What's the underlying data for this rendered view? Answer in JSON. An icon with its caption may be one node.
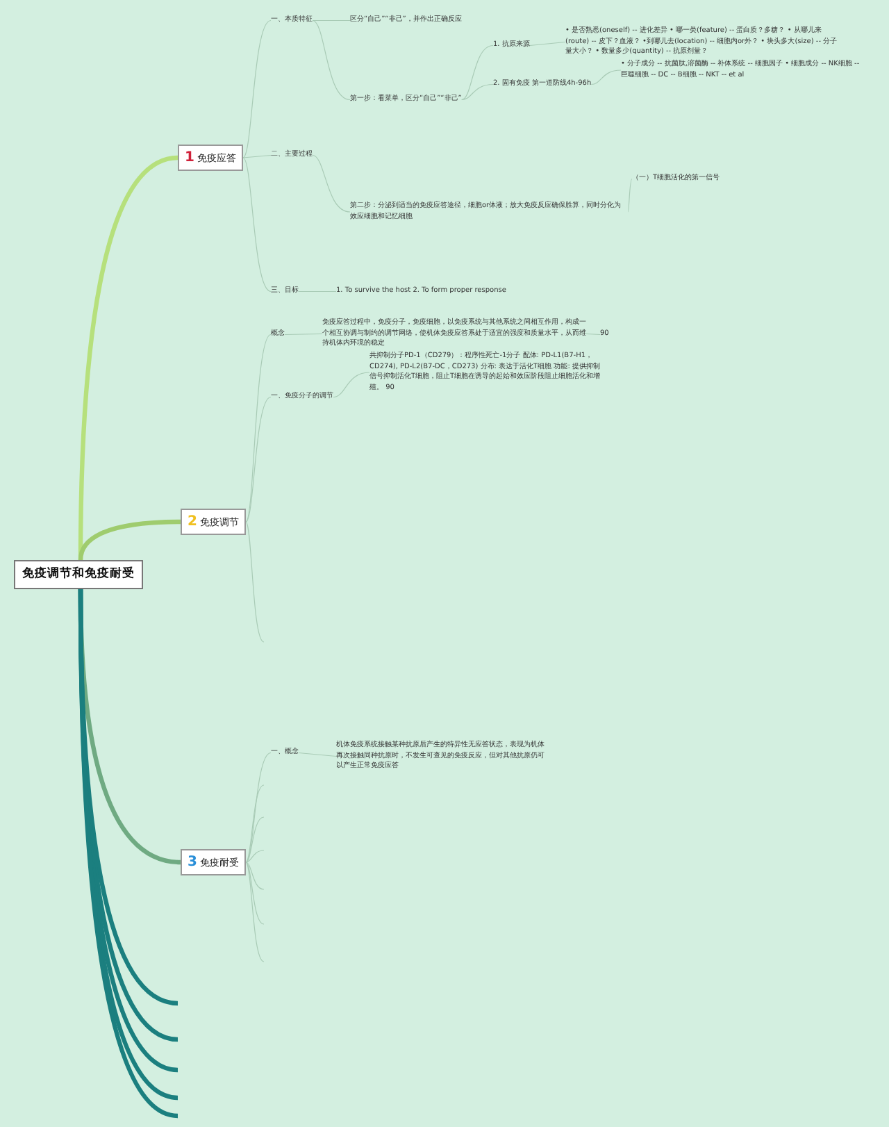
{
  "diagram": {
    "nodes": [
      {
        "text": [
          "免疫调节和免疫耐受"
        ]
      },
      {
        "text": [
          "1",
          "免疫应答"
        ]
      },
      {
        "text": [
          "2",
          "免疫调节"
        ]
      },
      {
        "text": [
          "3",
          "免疫耐受"
        ]
      },
      {
        "text": [
          "一、本质特征"
        ]
      },
      {
        "text": [
          "区分“自己”“非己”，并作出正确反应"
        ]
      },
      {
        "text": [
          "第一步：看菜单，区分“自己”“非己”"
        ]
      },
      {
        "text": [
          "1. 抗原来源"
        ]
      },
      {
        "text": [
          "• 是否熟悉(oneself) -- 进化差异 • 哪一类(feature) -- 蛋白质？多糖？ • 从哪儿来(route) -- 皮下？血液？ •到哪儿去(location) -- 细胞内or外？ • 块头多大(size) -- 分子量大小？ • 数量多少(quantity) -- 抗原剂量？"
        ]
      },
      {
        "text": [
          "2. 固有免疫 第一道防线4h-96h"
        ]
      },
      {
        "text": [
          "• 分子成分 -- 抗菌肽,溶菌酶 -- 补体系统 -- 细胞因子 • 细胞成分 -- NK细胞 -- 巨噬细胞 -- DC -- B细胞 -- NKT -- et al"
        ]
      },
      {
        "text": [
          "二、主要过程"
        ]
      },
      {
        "text": [
          "第二步：分泌到适当的免疫应答途径，细胞or体液；放大免疫反应确保胜算，同时分化为效应细胞和记忆细胞"
        ]
      },
      {
        "text": [
          "（一）T细胞活化的第一信号"
        ]
      },
      {
        "text": [
          "三、目标"
        ]
      },
      {
        "text": [
          "1. To survive the host 2. To form proper response"
        ]
      },
      {
        "text": [
          "概念"
        ]
      },
      {
        "text": [
          "免疫应答过程中，免疫分子，免疫细胞，以免疫系统与其他系统之间相互作用，构成一个相互协调与制约的调节网络，使机体免疫应答系处于适宜的强度和质量水平，从而维持机体内环境的稳定"
        ]
      },
      {
        "text": [
          "90"
        ]
      },
      {
        "text": [
          "一、免疫分子的调节"
        ]
      },
      {
        "text": [
          "共抑制分子PD-1（CD279）：程序性死亡-1分子 配体: PD-L1(B7-H1，CD274), PD-L2(B7-DC，CD273) 分布: 表达于活化T细胞 功能: 提供抑制信号抑制活化T细胞，阻止T细胞在诱导的起始和效应阶段阻止细胞活化和增殖。 90"
        ]
      },
      {
        "text": [
          "一、概念"
        ]
      },
      {
        "text": [
          "机体免疫系统接触某种抗原后产生的特异性无应答状态，表现为机体再次接触同种抗原时，不发生可查见的免疫反应，但对其他抗原仍可以产生正常免疫应答"
        ]
      }
    ],
    "edges": [
      {
        "from": 0,
        "to": 1,
        "arrow": "none",
        "style": "thick",
        "color": "#b6e07c"
      },
      {
        "from": 0,
        "to": 2,
        "arrow": "none",
        "style": "thick",
        "color": "#9fcc6e"
      },
      {
        "from": 0,
        "to": 3,
        "arrow": "none",
        "style": "thick",
        "color": "#6faa82"
      },
      {
        "from": 1,
        "to": 4,
        "arrow": "none"
      },
      {
        "from": 1,
        "to": 11,
        "arrow": "none"
      },
      {
        "from": 1,
        "to": 14,
        "arrow": "none"
      },
      {
        "from": 4,
        "to": 5,
        "arrow": "none"
      },
      {
        "from": 4,
        "to": 6,
        "arrow": "none"
      },
      {
        "from": 6,
        "to": 7,
        "arrow": "none"
      },
      {
        "from": 6,
        "to": 9,
        "arrow": "none"
      },
      {
        "from": 7,
        "to": 8,
        "arrow": "none"
      },
      {
        "from": 9,
        "to": 10,
        "arrow": "none"
      },
      {
        "from": 11,
        "to": 12,
        "arrow": "none"
      },
      {
        "from": 12,
        "to": 13,
        "arrow": "none"
      },
      {
        "from": 14,
        "to": 15,
        "arrow": "none"
      },
      {
        "from": 2,
        "to": 16,
        "arrow": "none"
      },
      {
        "from": 2,
        "to": 19,
        "arrow": "none"
      },
      {
        "from": 16,
        "to": 17,
        "arrow": "none"
      },
      {
        "from": 17,
        "to": 18,
        "arrow": "none"
      },
      {
        "from": 19,
        "to": 20,
        "arrow": "none"
      },
      {
        "from": 3,
        "to": 21,
        "arrow": "none"
      },
      {
        "from": 21,
        "to": 22,
        "arrow": "none"
      },
      {
        "from": 3,
        "to": null,
        "arrow": "none"
      },
      {
        "from": 3,
        "to": null,
        "arrow": "none"
      },
      {
        "from": 3,
        "to": null,
        "arrow": "none"
      },
      {
        "from": 3,
        "to": null,
        "arrow": "none"
      },
      {
        "from": 3,
        "to": null,
        "arrow": "none"
      },
      {
        "from": 3,
        "to": null,
        "arrow": "none"
      },
      {
        "from": 2,
        "to": null,
        "arrow": "none"
      },
      {
        "from": 0,
        "to": null,
        "arrow": "none",
        "style": "thick",
        "color": "#1b7f7f"
      },
      {
        "from": 0,
        "to": null,
        "arrow": "none",
        "style": "thick",
        "color": "#1b7f7f"
      },
      {
        "from": 0,
        "to": null,
        "arrow": "none",
        "style": "thick",
        "color": "#1b7f7f"
      },
      {
        "from": 0,
        "to": null,
        "arrow": "none",
        "style": "thick",
        "color": "#1b7f7f"
      },
      {
        "from": 0,
        "to": null,
        "arrow": "none",
        "style": "thick",
        "color": "#1b7f7f"
      }
    ]
  }
}
